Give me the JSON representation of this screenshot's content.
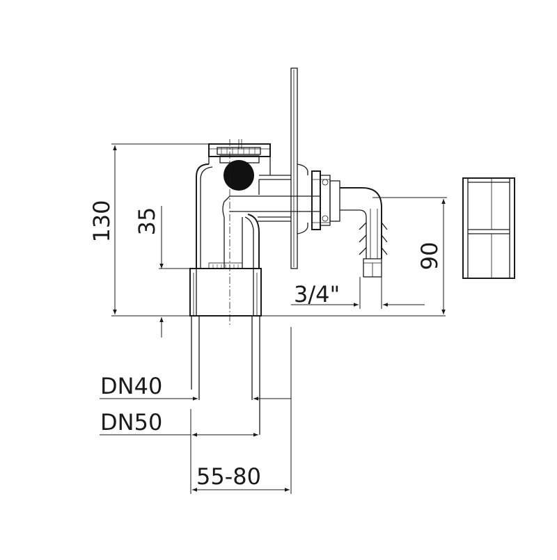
{
  "dimensions": {
    "height_total": "130",
    "height_outlet": "35",
    "height_hose": "90",
    "thread": "3/4\"",
    "pipe_dn40": "DN40",
    "pipe_dn50": "DN50",
    "depth_range": "55-80"
  },
  "colors": {
    "line": "#1a1a1a",
    "background": "#ffffff",
    "ball": "#111111"
  }
}
